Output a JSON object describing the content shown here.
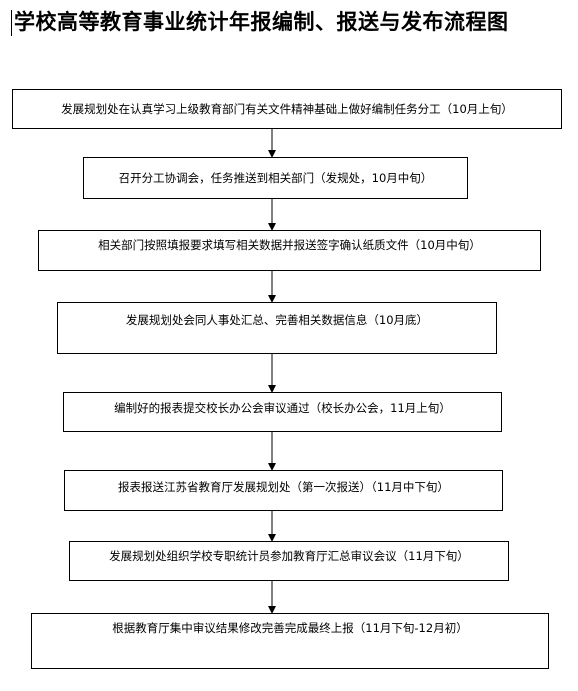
{
  "document": {
    "title": "学校高等教育事业统计年报编制、报送与发布流程图"
  },
  "flowchart": {
    "steps": [
      {
        "text": "发展规划处在认真学习上级教育部门有关文件精神基础上做好编制任务分工（10月上旬）"
      },
      {
        "text": "召开分工协调会，任务推送到相关部门（发规处，10月中旬）"
      },
      {
        "text": "相关部门按照填报要求填写相关数据并报送签字确认纸质文件（10月中旬）"
      },
      {
        "text": "发展规划处会同人事处汇总、完善相关数据信息（10月底）"
      },
      {
        "text": "编制好的报表提交校长办公会审议通过（校长办公会，11月上旬）"
      },
      {
        "text": "报表报送江苏省教育厅发展规划处（第一次报送）（11月中下旬）"
      },
      {
        "text": "发展规划处组织学校专职统计员参加教育厅汇总审议会议（11月下旬）"
      },
      {
        "text": "根据教育厅集中审议结果修改完善完成最终上报（11月下旬-12月初）"
      }
    ]
  }
}
